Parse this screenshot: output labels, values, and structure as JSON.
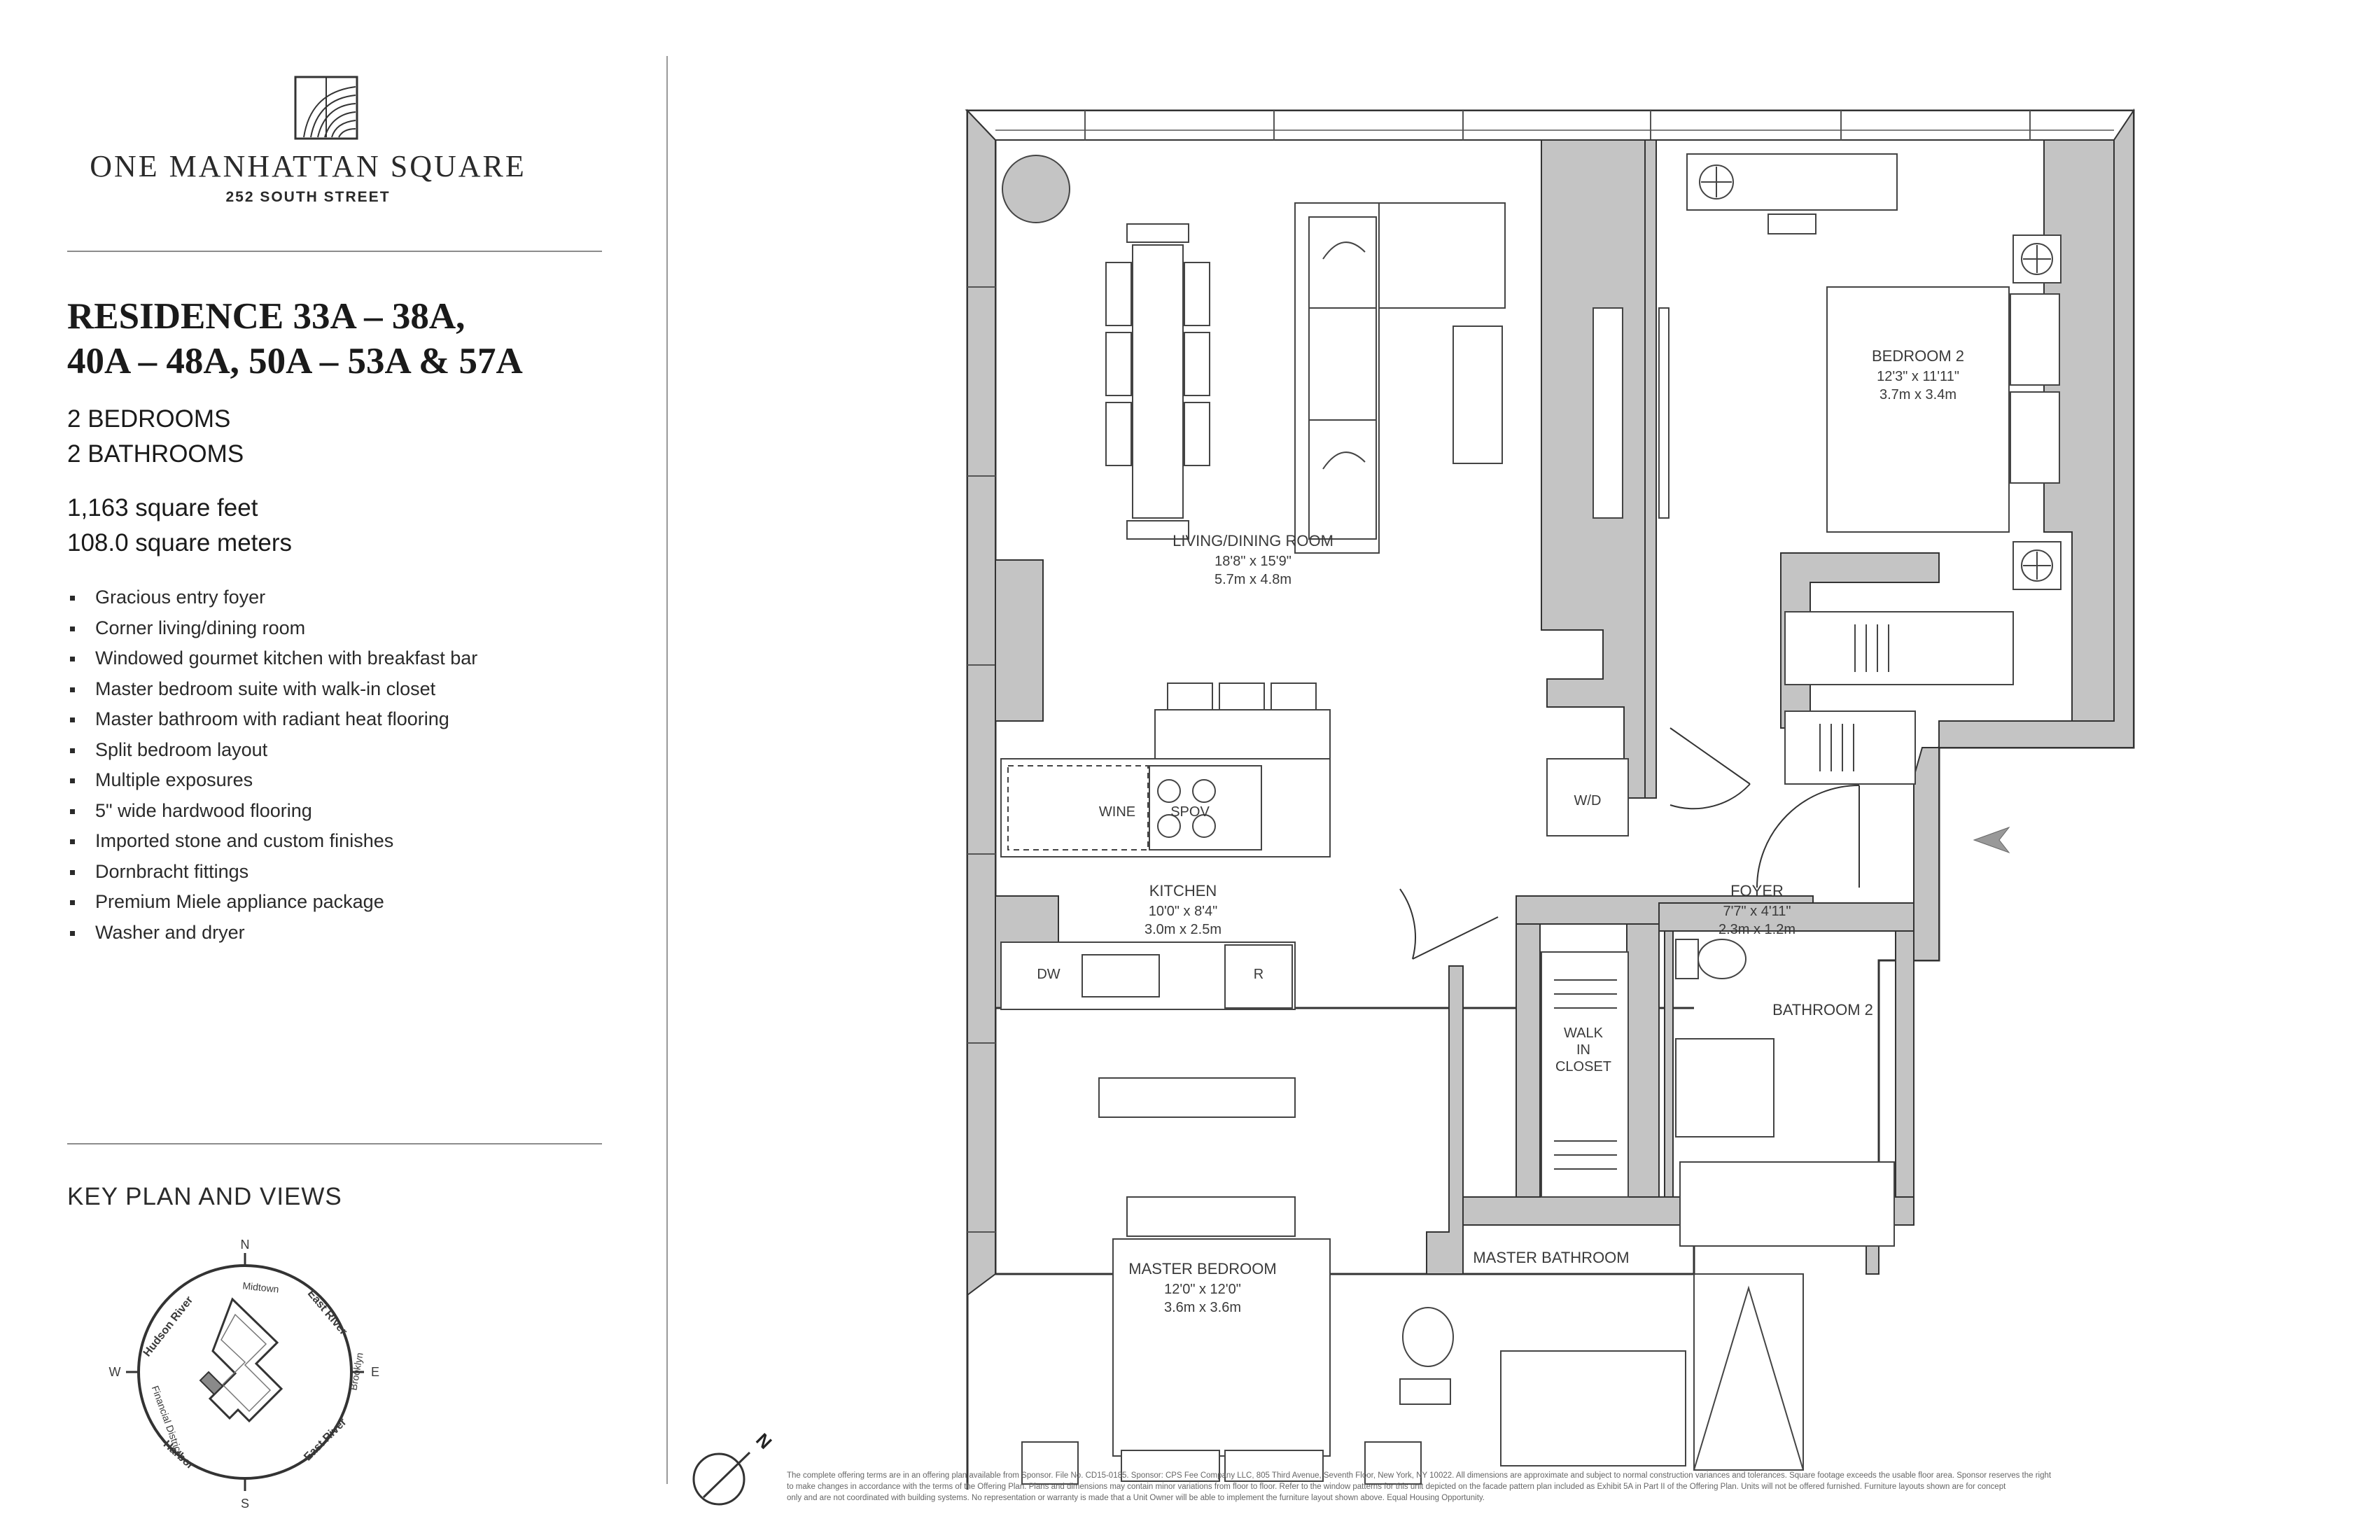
{
  "brand": {
    "name": "ONE MANHATTAN SQUARE",
    "address": "252 SOUTH STREET",
    "logo": "one-manhattan-square-logo"
  },
  "residence": {
    "title_line1": "RESIDENCE 33A – 38A,",
    "title_line2": "40A – 48A, 50A – 53A & 57A",
    "bedrooms": "2 BEDROOMS",
    "bathrooms": "2 BATHROOMS",
    "area_feet": "1,163 square feet",
    "area_meters": "108.0 square meters"
  },
  "features": [
    "Gracious entry foyer",
    "Corner living/dining room",
    "Windowed gourmet kitchen with breakfast bar",
    "Master bedroom suite with walk-in closet",
    "Master bathroom with radiant heat flooring",
    "Split bedroom layout",
    "Multiple exposures",
    "5\" wide hardwood flooring",
    "Imported stone and custom finishes",
    "Dornbracht fittings",
    "Premium Miele appliance package",
    "Washer and dryer"
  ],
  "key_plan": {
    "heading": "KEY PLAN AND VIEWS",
    "north": "N",
    "south": "S",
    "east": "E",
    "west": "W",
    "labels": {
      "hudson": "Hudson River",
      "midtown": "Midtown",
      "east_river_top": "East River",
      "brooklyn": "Brooklyn",
      "financial": "Financial District",
      "harbor": "Harbor",
      "east_river_bottom": "East River"
    }
  },
  "floor_plan": {
    "living": {
      "name": "LIVING/DINING ROOM",
      "imperial": "18'8\" x 15'9\"",
      "metric": "5.7m x 4.8m"
    },
    "bedroom2": {
      "name": "BEDROOM 2",
      "imperial": "12'3\" x 11'11\"",
      "metric": "3.7m x 3.4m"
    },
    "kitchen": {
      "name": "KITCHEN",
      "imperial": "10'0\" x 8'4\"",
      "metric": "3.0m x 2.5m"
    },
    "foyer": {
      "name": "FOYER",
      "imperial": "7'7\" x 4'11\"",
      "metric": "2.3m x 1.2m"
    },
    "master_bedroom": {
      "name": "MASTER BEDROOM",
      "imperial": "12'0\" x 12'0\"",
      "metric": "3.6m x 3.6m"
    },
    "master_bathroom": {
      "name": "MASTER BATHROOM"
    },
    "bathroom2": {
      "name": "BATHROOM 2"
    },
    "walk_in_line1": "WALK",
    "walk_in_line2": "IN",
    "walk_in_line3": "CLOSET",
    "appliances": {
      "spov": "SPOV",
      "wine": "WINE",
      "dw": "DW",
      "r": "R",
      "wd": "W/D"
    }
  },
  "compass": {
    "label": "N"
  },
  "disclaimer": {
    "line1": "The complete offering terms are in an offering plan available from Sponsor. File No. CD15-0185. Sponsor: CPS Fee Company LLC, 805 Third Avenue, Seventh Floor, New York, NY 10022. All dimensions are approximate and subject to normal construction variances and tolerances. Square footage exceeds the usable floor area. Sponsor reserves the right",
    "line2": "to make changes in accordance with the terms of the Offering Plan. Plans and dimensions may contain minor variations from floor to floor. Refer to the window patterns for this unit depicted on the facade pattern plan included as Exhibit 5A in Part II of the Offering Plan. Units will not be offered furnished. Furniture layouts shown are for concept",
    "line3": "only and are not coordinated with building systems. No representation or warranty is made that a Unit Owner will be able to implement the furniture layout shown above. Equal Housing Opportunity."
  }
}
